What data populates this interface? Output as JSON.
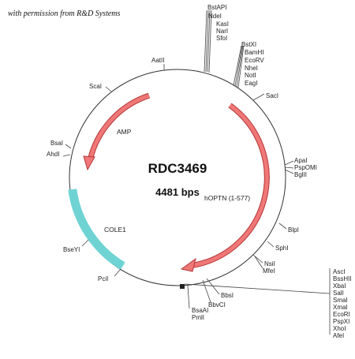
{
  "credit": "with permission from R&D Systems",
  "plasmid": {
    "name": "RDC3469",
    "size": "4481 bps"
  },
  "features": [
    {
      "id": "amp",
      "label": "AMP",
      "color": "#e46a6a",
      "direction": "ccw"
    },
    {
      "id": "hoptn",
      "label": "hOPTN (1-577)",
      "color": "#e46a6a",
      "direction": "cw"
    },
    {
      "id": "cole1",
      "label": "COLE1",
      "color": "#6fd3d4",
      "direction": "none"
    }
  ],
  "sites": {
    "bstapi_group": [
      "BstAPI",
      "NdeI",
      "KasI",
      "NarI",
      "SfoI"
    ],
    "bstxi_group": [
      "BstXI",
      "BamHI",
      "EcoRV",
      "NheI",
      "NotI",
      "EagI"
    ],
    "saci": "SacI",
    "apai_group": [
      "ApaI",
      "PspOMI",
      "BglII"
    ],
    "blpi": "BlpI",
    "sphi": "SphI",
    "nsii_group": [
      "NsiI",
      "MfeI"
    ],
    "asci_group": [
      "AscI",
      "BssHII",
      "XbaI",
      "SalI",
      "SmaI",
      "XmaI",
      "EcoRI",
      "PspXI",
      "XhoI",
      "AfeI"
    ],
    "bbsi": "BbsI",
    "bbvci": "BbvCI",
    "bsaai_group": [
      "BsaAI",
      "PmlI"
    ],
    "pcii": "PciI",
    "bseyi": "BseYI",
    "bsai_group": [
      "BsaI",
      "AhdI"
    ],
    "scai": "ScaI",
    "aatii": "AatII"
  }
}
